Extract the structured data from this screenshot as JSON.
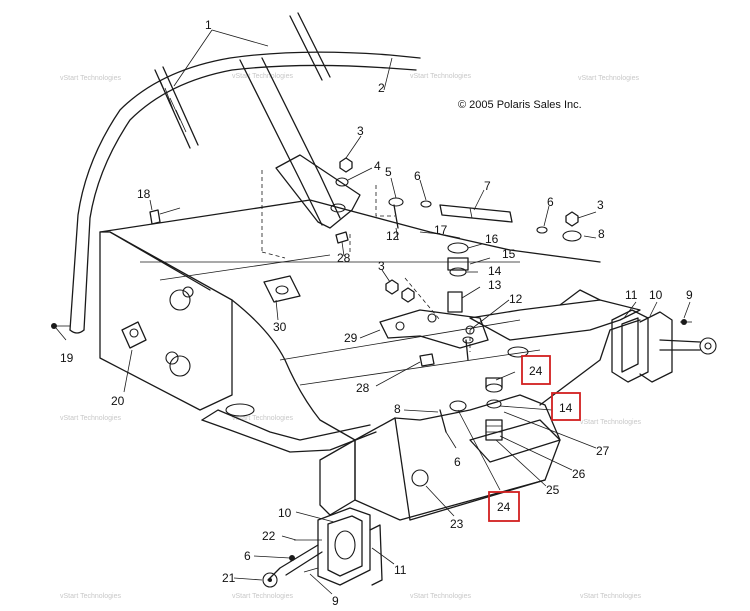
{
  "copyright": "© 2005 Polaris Sales Inc.",
  "watermark": "vStart Technologies",
  "watermark_sub": "Technologies",
  "colors": {
    "highlight": "#d21f1f",
    "line": "#1a1a1a",
    "watermark": "#c8c8c8"
  },
  "labels": {
    "l1": "1",
    "l2": "2",
    "l3a": "3",
    "l3b": "3",
    "l3c": "3",
    "l4": "4",
    "l5": "5",
    "l6a": "6",
    "l6b": "6",
    "l6c": "6",
    "l6d": "6",
    "l7": "7",
    "l8a": "8",
    "l8b": "8",
    "l9a": "9",
    "l9b": "9",
    "l10a": "10",
    "l10b": "10",
    "l11a": "11",
    "l11b": "11",
    "l12a": "12",
    "l12b": "12",
    "l13": "13",
    "l14": "14",
    "l15": "15",
    "l16": "16",
    "l17": "17",
    "l18": "18",
    "l19": "19",
    "l20": "20",
    "l21": "21",
    "l22": "22",
    "l23": "23",
    "l25": "25",
    "l26": "26",
    "l27": "27",
    "l28a": "28",
    "l28b": "28",
    "l29": "29",
    "l30": "30"
  },
  "highlighted": {
    "h24a": "24",
    "h14": "14",
    "h24b": "24"
  }
}
